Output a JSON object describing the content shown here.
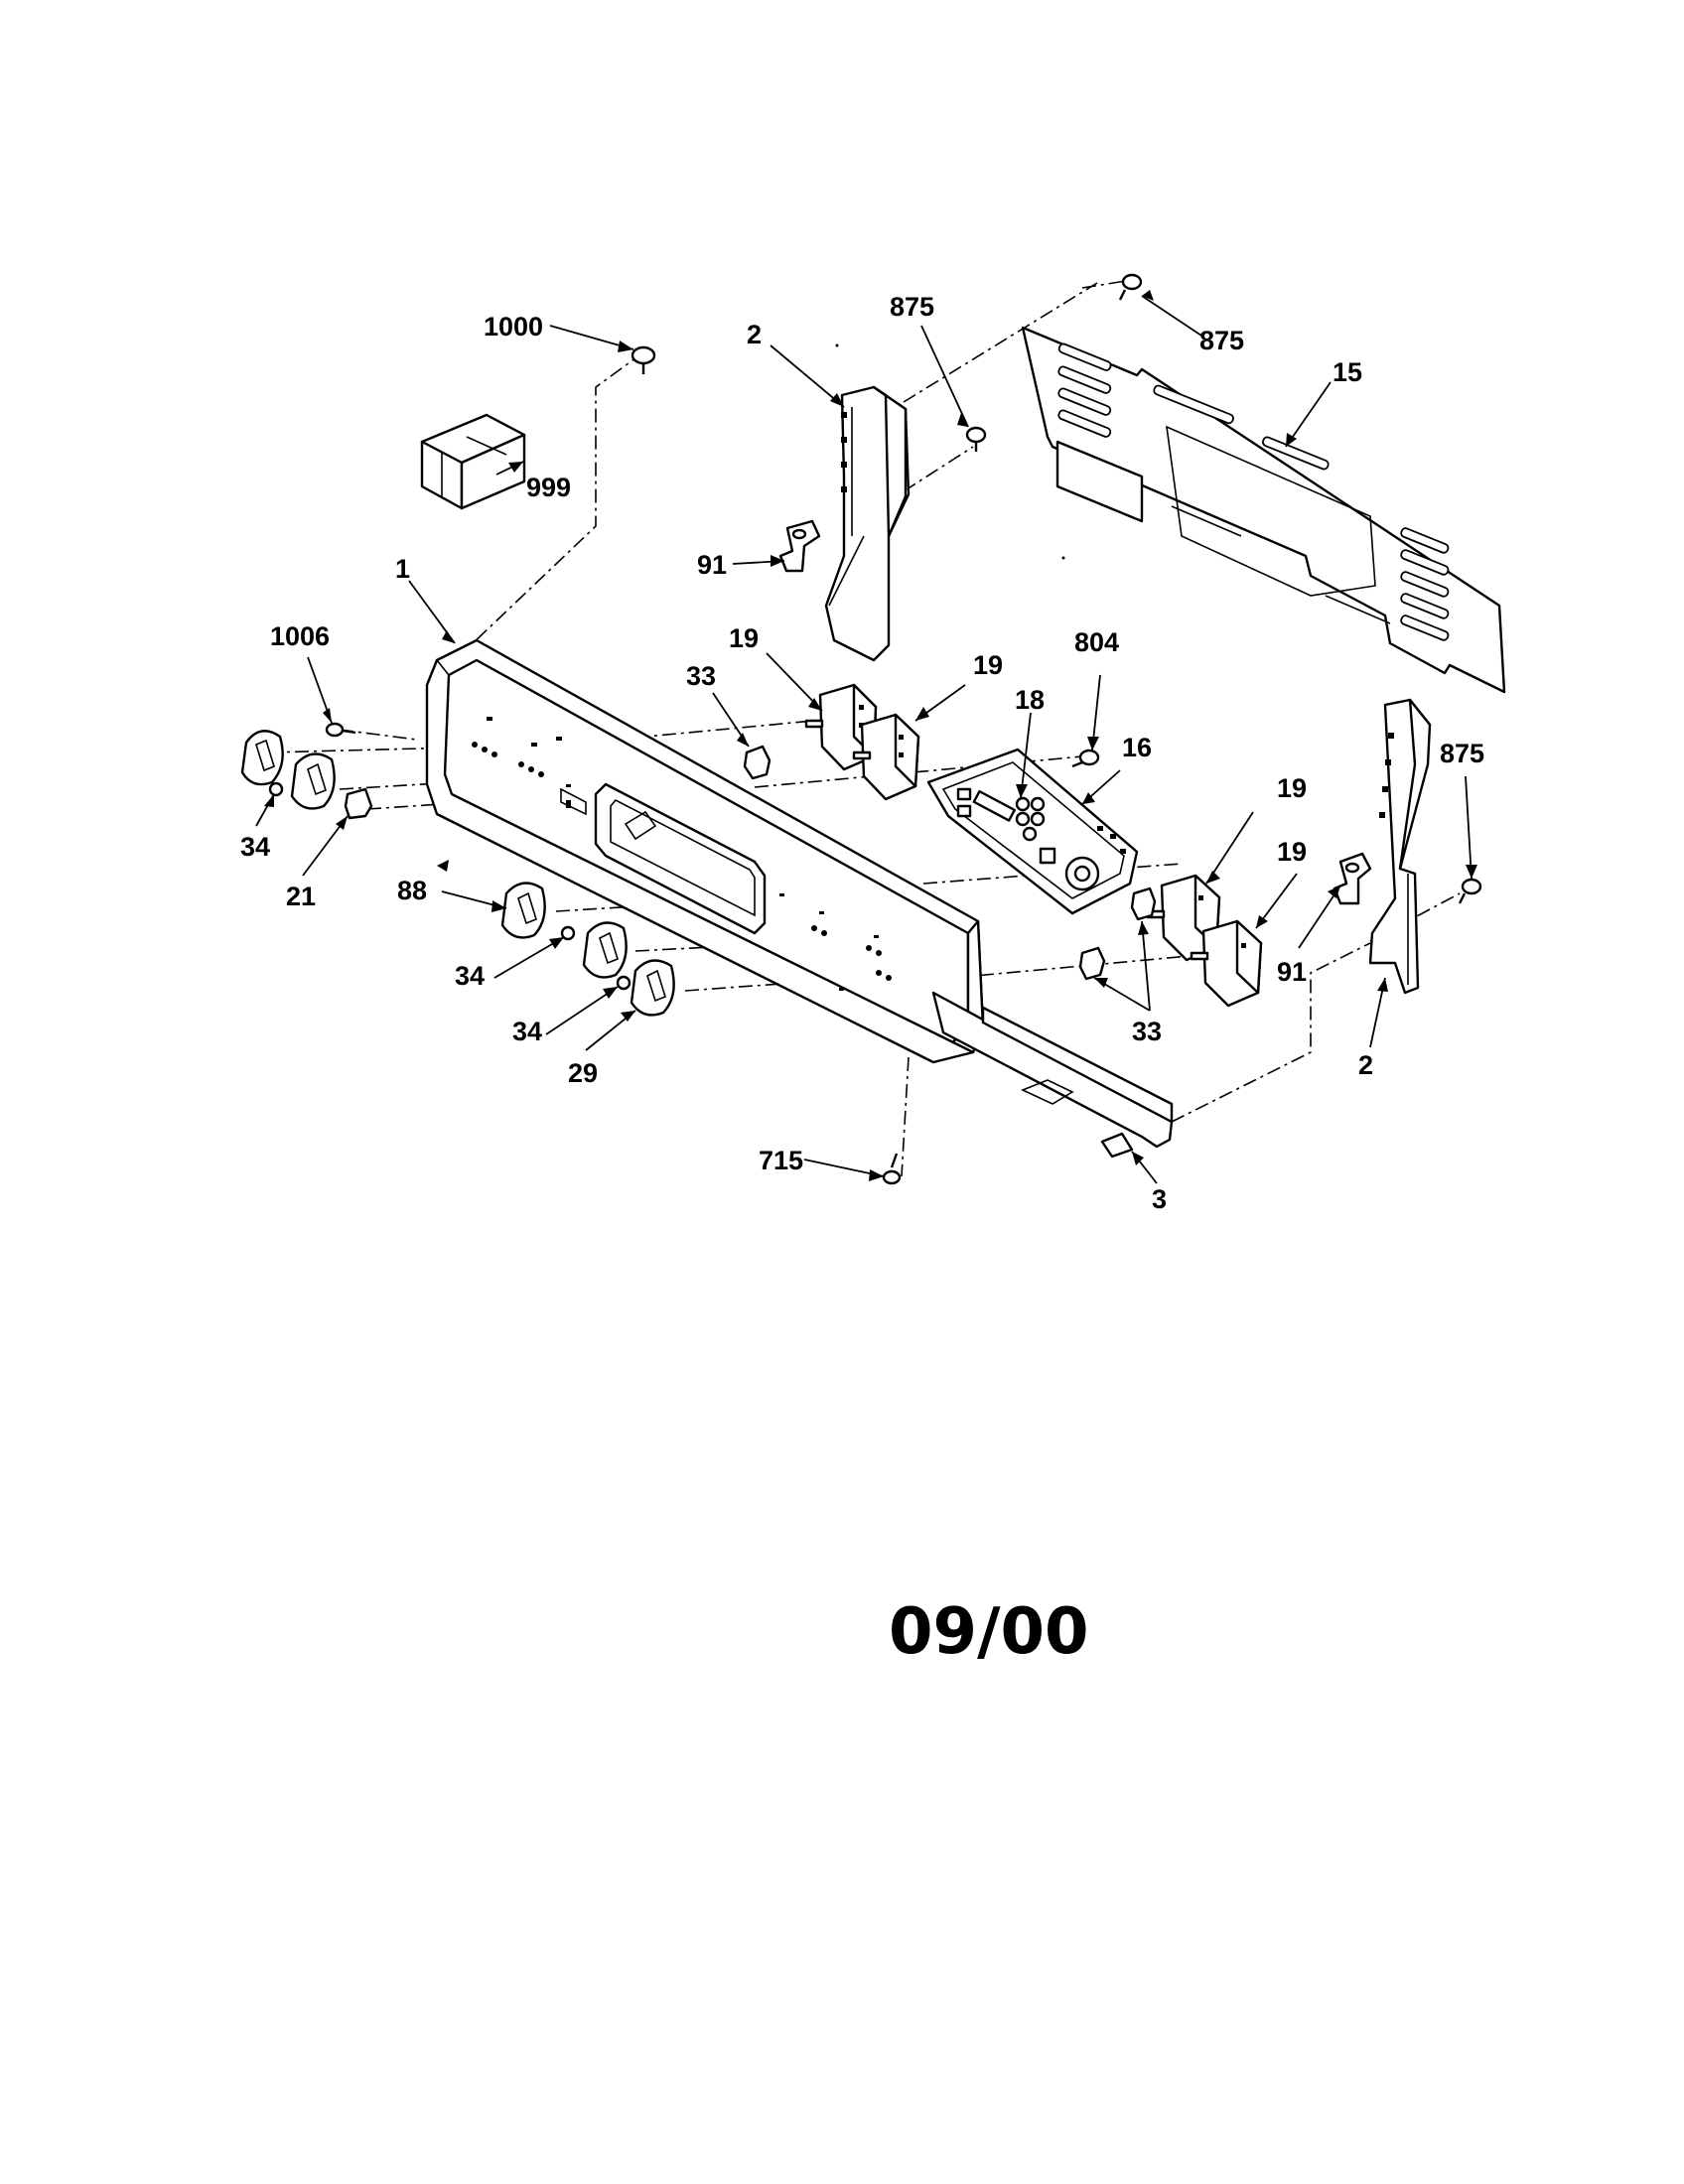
{
  "diagram": {
    "callouts": {
      "p1000": "1000",
      "p999": "999",
      "p2_top": "2",
      "p875_a": "875",
      "p875_b": "875",
      "p15": "15",
      "p91_top": "91",
      "p1": "1",
      "p1006": "1006",
      "p19_a": "19",
      "p19_b": "19",
      "p33_top": "33",
      "p804": "804",
      "p18": "18",
      "p16": "16",
      "p875_c": "875",
      "p19_c": "19",
      "p19_d": "19",
      "p34_left": "34",
      "p21": "21",
      "p88": "88",
      "p34_mid": "34",
      "p34_low": "34",
      "p29": "29",
      "p91_right": "91",
      "p33_right": "33",
      "p2_right": "2",
      "p715": "715",
      "p3": "3"
    },
    "date_code": "09/00"
  }
}
